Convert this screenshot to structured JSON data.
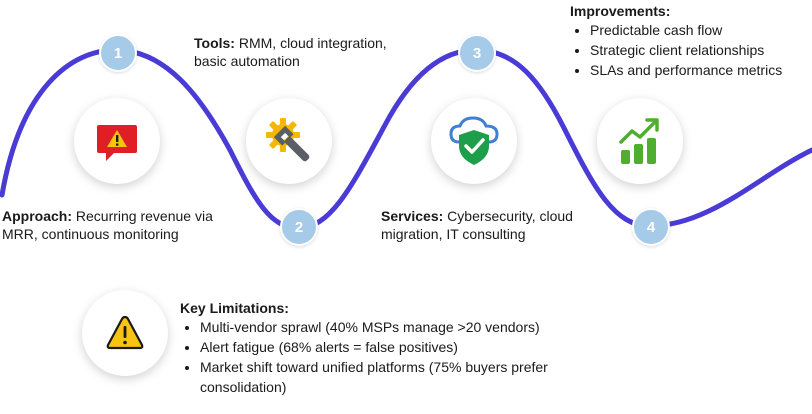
{
  "colors": {
    "wave": "#4b3bd6",
    "badge": "#a6cbe8",
    "alert_red": "#e01e25",
    "gear_yellow": "#f5b700",
    "shield_green": "#1d9e4a",
    "cloud_blue": "#3f7fd6",
    "chart_green": "#4fae2f",
    "warning_yellow": "#f8c313"
  },
  "steps": [
    {
      "number": "1",
      "label": "Approach:",
      "text": "Recurring revenue via MRR, continuous monitoring",
      "icon": "alert-bubble-icon"
    },
    {
      "number": "2",
      "label": "Tools:",
      "text": "RMM, cloud integration, basic automation",
      "icon": "gear-wrench-icon"
    },
    {
      "number": "3",
      "label": "Services:",
      "text": "Cybersecurity, cloud migration, IT consulting",
      "icon": "cloud-shield-icon"
    },
    {
      "number": "4",
      "label": "Improvements:",
      "icon": "growth-chart-icon",
      "bullets": [
        "Predictable cash flow",
        "Strategic client relationships",
        "SLAs and performance metrics"
      ]
    }
  ],
  "limitations": {
    "title": "Key Limitations:",
    "icon": "warning-triangle-icon",
    "items": [
      "Multi-vendor sprawl (40% MSPs manage >20 vendors)",
      "Alert fatigue (68% alerts = false positives)",
      "Market shift toward unified platforms (75% buyers prefer consolidation)"
    ]
  }
}
